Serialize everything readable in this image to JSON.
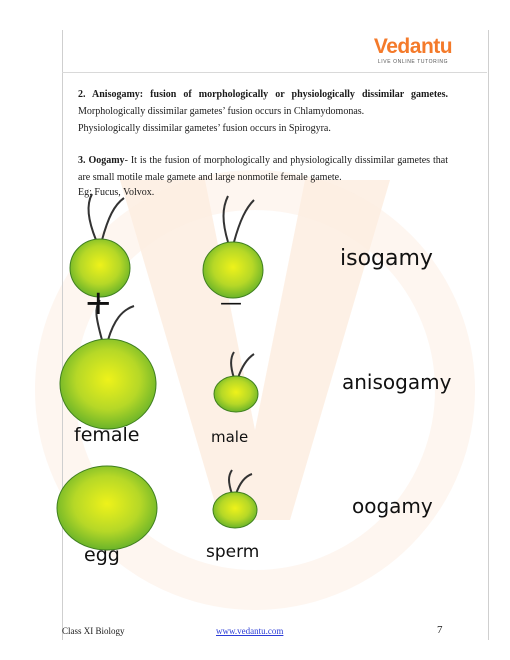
{
  "brand": {
    "logo_word": "Vedantu",
    "tagline": "LIVE ONLINE TUTORING",
    "accent_color": "#f47a2a"
  },
  "section2": {
    "heading": "2. Anisogamy: fusion of morphologically or physiologically dissimilar gametes.",
    "line1_body": "Morphologically dissimilar gametes’ fusion occurs in Chlamydomonas.",
    "line2": "Physiologically dissimilar gametes’ fusion occurs in  Spirogyra."
  },
  "section3": {
    "heading": "3. Oogamy",
    "body": "- It is the fusion of morphologically and physiologically dissimilar gametes that are small motile male gamete and large nonmotile female gamete.",
    "example": "Eg: Fucus, Volvox."
  },
  "figure": {
    "signs": {
      "plus": "+",
      "minus": "—"
    },
    "rows": [
      {
        "term": "isogamy"
      },
      {
        "left_label": "female",
        "right_label": "male",
        "term": "anisogamy"
      },
      {
        "left_label": "egg",
        "right_label": "sperm",
        "term": "oogamy"
      }
    ],
    "cell_colors": {
      "center": "#eef21a",
      "edge": "#5aac2a",
      "outline": "#3f7f1f"
    }
  },
  "footer": {
    "course": "Class XI Biology",
    "link": "www.vedantu.com",
    "page_number": "7"
  }
}
